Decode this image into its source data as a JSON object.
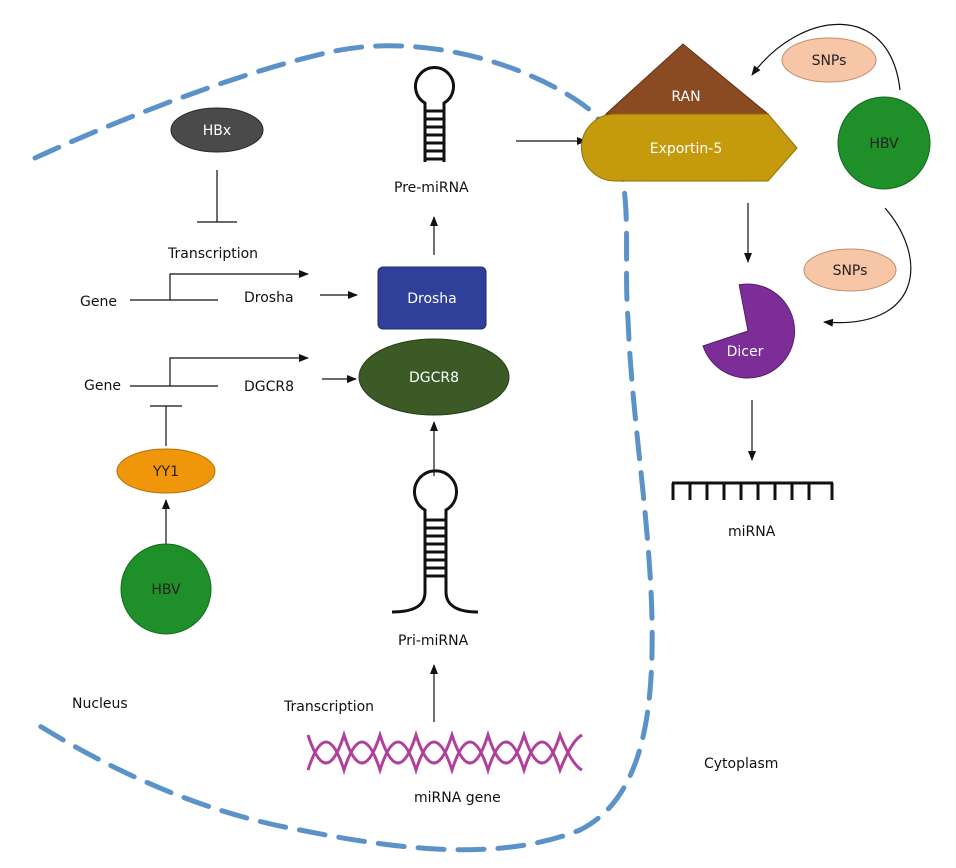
{
  "labels": {
    "hbx": "HBx",
    "transcription_top": "Transcription",
    "gene_drosha": "Gene",
    "drosha_text": "Drosha",
    "drosha_box": "Drosha",
    "gene_dgcr8": "Gene",
    "dgcr8_text": "DGCR8",
    "dgcr8_ellipse": "DGCR8",
    "yy1": "YY1",
    "hbv_left": "HBV",
    "pre_mirna": "Pre-miRNA",
    "pri_mirna": "Pri-miRNA",
    "transcription_bottom": "Transcription",
    "mirna_gene": "miRNA gene",
    "nucleus": "Nucleus",
    "cytoplasm": "Cytoplasm",
    "ran": "RAN",
    "exportin": "Exportin-5",
    "snps_top": "SNPs",
    "hbv_right": "HBV",
    "snps_mid": "SNPs",
    "dicer": "Dicer",
    "mirna": "miRNA"
  },
  "colors": {
    "membrane": "#5b93c9",
    "hbx": "#4a4a4a",
    "drosha": "#2f3f9a",
    "dgcr8": "#3b5a26",
    "yy1": "#f0960a",
    "hbv": "#1f8f2a",
    "ran": "#8a4a22",
    "exportin": "#c59a0c",
    "snps": "#f6c6a6",
    "dicer": "#7d2d98",
    "dna": "#b0409a"
  }
}
